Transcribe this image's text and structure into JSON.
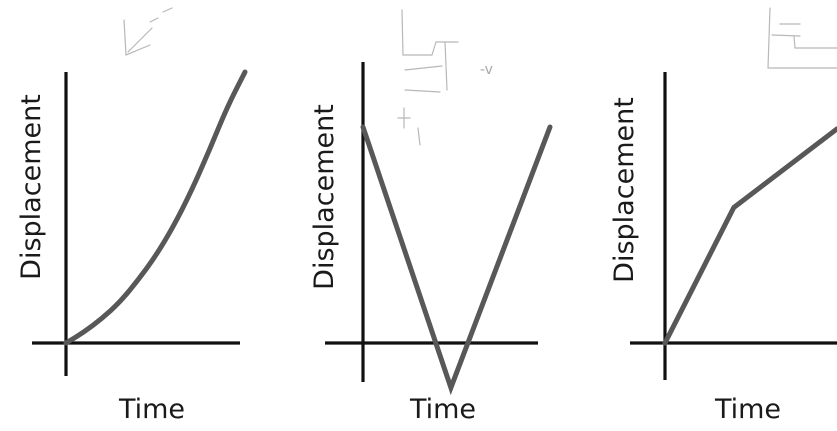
{
  "chart_data": [
    {
      "type": "line",
      "xlabel": "Time",
      "ylabel": "Displacement",
      "x": [
        0,
        0.1,
        0.2,
        0.3,
        0.4,
        0.5,
        0.6,
        0.7,
        0.8,
        0.9,
        1.0
      ],
      "y": [
        0,
        0.04,
        0.09,
        0.15,
        0.23,
        0.32,
        0.43,
        0.56,
        0.71,
        0.87,
        1.0
      ],
      "xlim": [
        0,
        1
      ],
      "ylim": [
        0,
        1
      ],
      "grid": false
    },
    {
      "type": "line",
      "xlabel": "Time",
      "ylabel": "Displacement",
      "x": [
        0,
        0.47,
        1.0
      ],
      "y": [
        0.87,
        -0.18,
        0.87
      ],
      "xlim": [
        0,
        1
      ],
      "ylim": [
        -0.2,
        1
      ],
      "grid": false
    },
    {
      "type": "line",
      "xlabel": "Time",
      "ylabel": "Displacement",
      "x": [
        0,
        0.4,
        1.0
      ],
      "y": [
        0,
        0.5,
        0.79
      ],
      "xlim": [
        0,
        1
      ],
      "ylim": [
        0,
        1
      ],
      "grid": false
    }
  ],
  "annotations": {
    "sketch_2_text": "-v"
  }
}
